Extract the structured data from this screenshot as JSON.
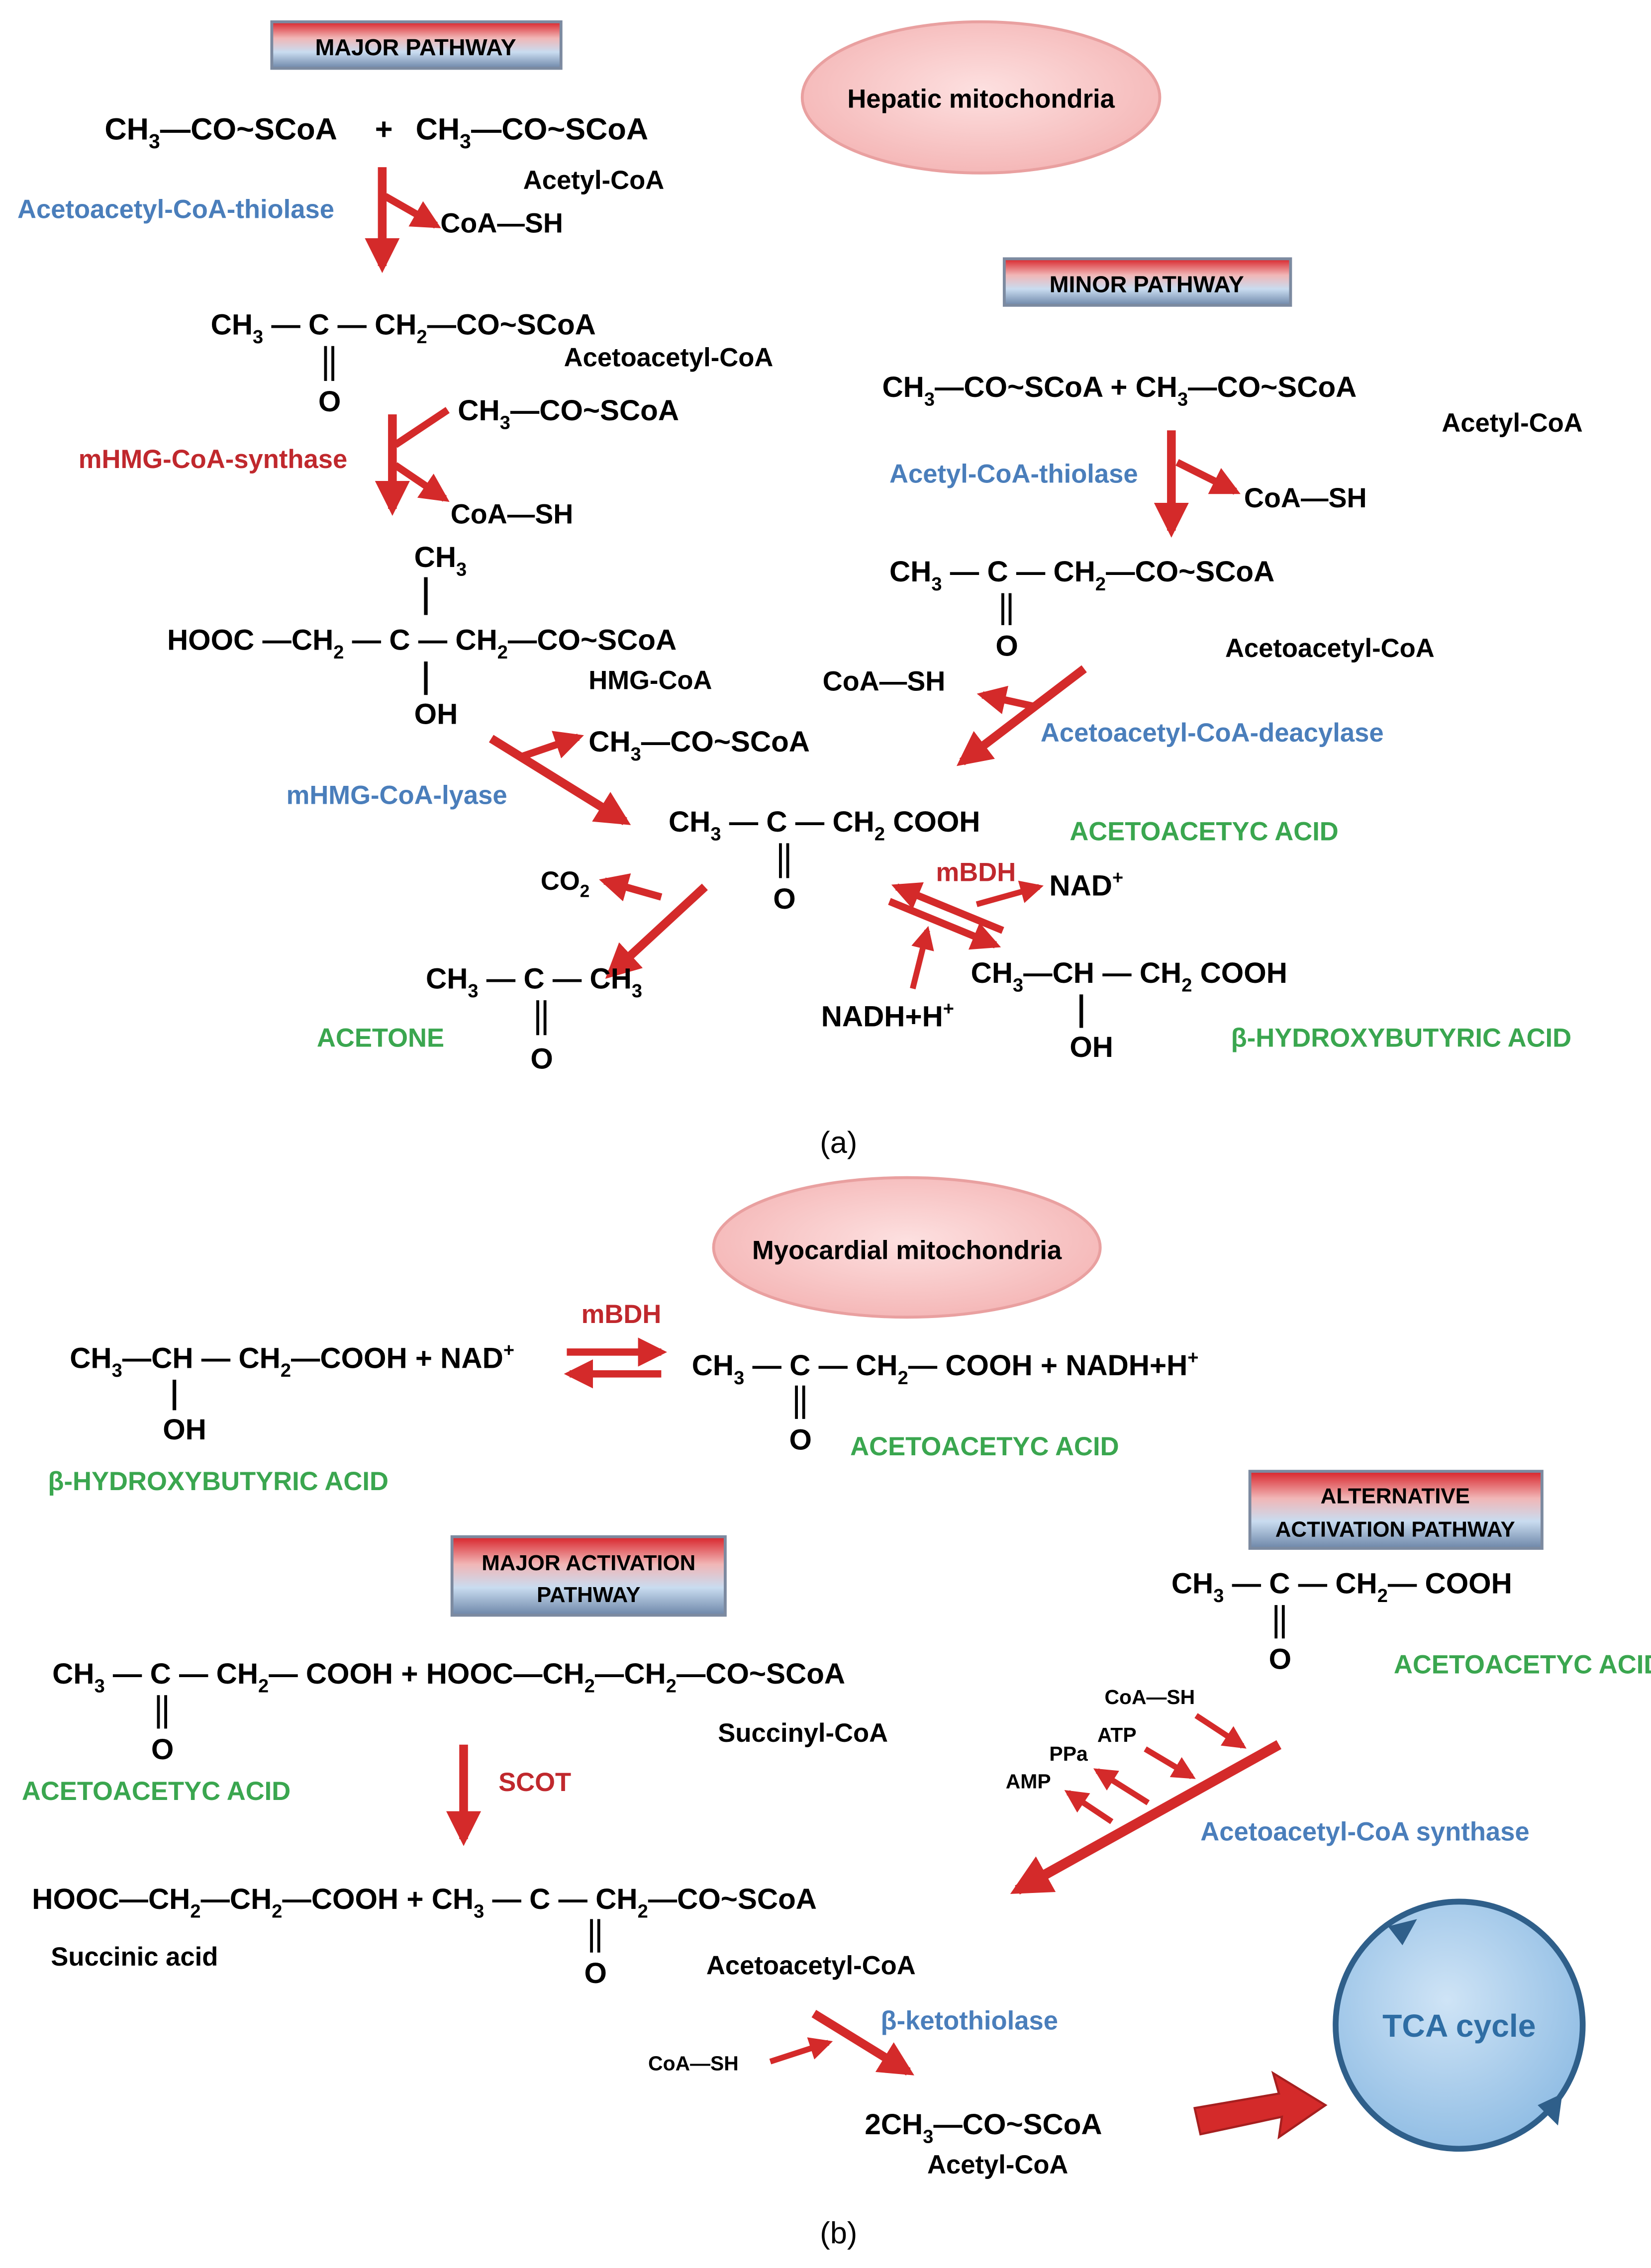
{
  "panel_a": {
    "caption": "(a)",
    "location": "Hepatic mitochondria",
    "major_pathway": {
      "label": "MAJOR PATHWAY",
      "acetyl_coa_1": "CH3—CO~SCoA",
      "plus": "+",
      "acetyl_coa_2": "CH3—CO~SCoA",
      "acetyl_coa_name": "Acetyl-CoA",
      "enzyme_thiolase": "Acetoacetyl-CoA-thiolase",
      "coash_release_1": "CoA—SH",
      "acetoacetyl_coa_name": "Acetoacetyl-CoA",
      "acetyl_coa_input": "CH3—CO~SCoA",
      "enzyme_synthase": "mHMG-CoA-synthase",
      "coash_release_2": "CoA—SH",
      "hmg_coa_name": "HMG-CoA",
      "enzyme_lyase": "mHMG-CoA-lyase",
      "lyase_product": "CH3—CO~SCoA"
    },
    "minor_pathway": {
      "label": "MINOR PATHWAY",
      "acetyl_coa_name": "Acetyl-CoA",
      "enzyme_thiolase": "Acetyl-CoA-thiolase",
      "coash_release": "CoA—SH",
      "acetoacetyl_coa_name": "Acetoacetyl-CoA",
      "coash_release_2": "CoA—SH",
      "enzyme_deacylase": "Acetoacetyl-CoA-deacylase"
    },
    "products": {
      "acetoacetic": "ACETOACETYC ACID",
      "acetone": "ACETONE",
      "hydroxybutyric": "β-HYDROXYBUTYRIC ACID",
      "co2": "CO2",
      "enzyme_mbdh": "mBDH",
      "nad": "NAD+",
      "nadh": "NADH+H+"
    }
  },
  "panel_b": {
    "caption": "(b)",
    "location": "Myocardial mitochondria",
    "enzyme_mbdh": "mBDH",
    "hydroxybutyric": "β-HYDROXYBUTYRIC ACID",
    "acetoacetic": "ACETOACETYC ACID",
    "major_activation": {
      "label_line1": "MAJOR ACTIVATION",
      "label_line2": "PATHWAY",
      "acetoacetic": "ACETOACETYC ACID",
      "succinyl_coa_name": "Succinyl-CoA",
      "enzyme_scot": "SCOT",
      "succinic_acid_name": "Succinic acid",
      "acetoacetyl_coa_name": "Acetoacetyl-CoA"
    },
    "alternative_activation": {
      "label_line1": "ALTERNATIVE",
      "label_line2": "ACTIVATION PATHWAY",
      "acetoacetic": "ACETOACETYC ACID",
      "coash": "CoA—SH",
      "atp": "ATP",
      "ppa": "PPa",
      "amp": "AMP",
      "enzyme_synthase": "Acetoacetyl-CoA synthase"
    },
    "thiolysis": {
      "enzyme": "β-ketothiolase",
      "coash": "CoA—SH",
      "product": "2CH3—CO~SCoA",
      "product_name": "Acetyl-CoA"
    },
    "tca": "TCA cycle"
  },
  "colors": {
    "arrow_red": "#d42a2a",
    "enzyme_blue": "#4a7ebb",
    "enzyme_red": "#c0282d",
    "product_green": "#3aa64f",
    "ellipse_pink": "#f7c6c6",
    "tca_blue": "#a9cdea"
  }
}
